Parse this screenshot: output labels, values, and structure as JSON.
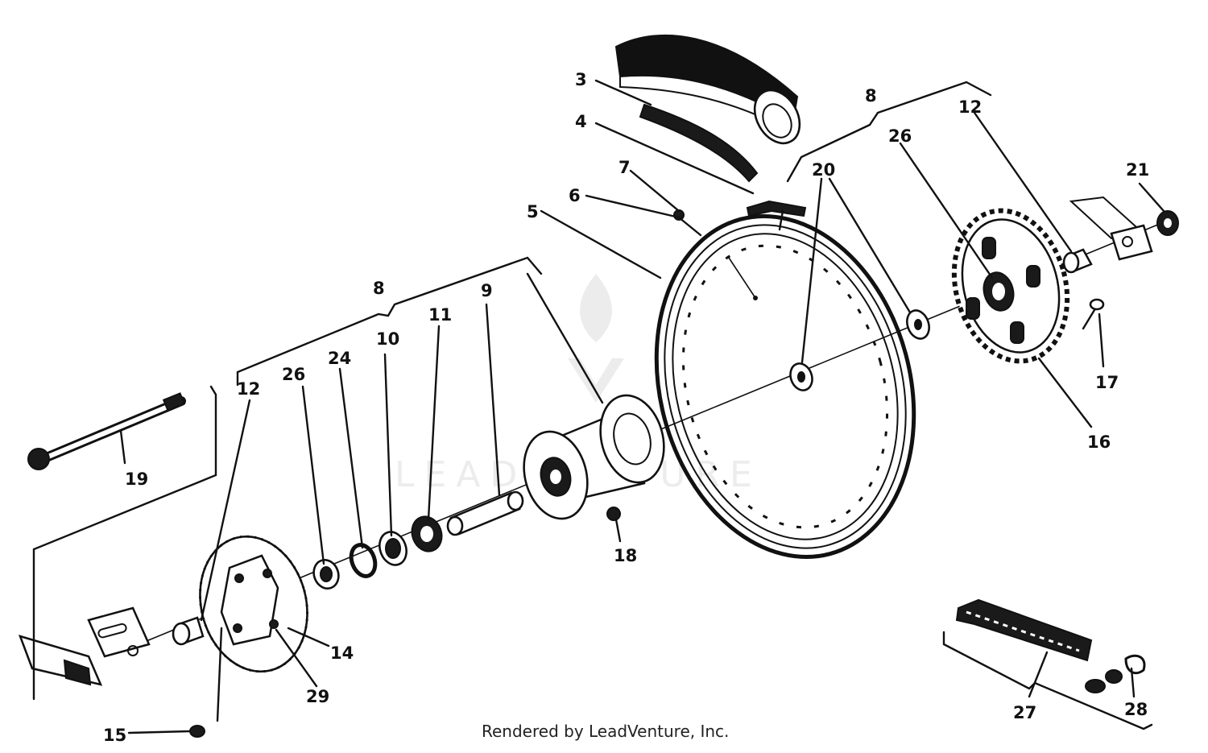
{
  "diagram": {
    "callouts": [
      {
        "id": "c3",
        "text": "3"
      },
      {
        "id": "c4",
        "text": "4"
      },
      {
        "id": "c5",
        "text": "5"
      },
      {
        "id": "c6",
        "text": "6"
      },
      {
        "id": "c7",
        "text": "7"
      },
      {
        "id": "c8a",
        "text": "8"
      },
      {
        "id": "c8b",
        "text": "8"
      },
      {
        "id": "c9",
        "text": "9"
      },
      {
        "id": "c10",
        "text": "10"
      },
      {
        "id": "c11",
        "text": "11"
      },
      {
        "id": "c12a",
        "text": "12"
      },
      {
        "id": "c12b",
        "text": "12"
      },
      {
        "id": "c14",
        "text": "14"
      },
      {
        "id": "c15",
        "text": "15"
      },
      {
        "id": "c16",
        "text": "16"
      },
      {
        "id": "c17",
        "text": "17"
      },
      {
        "id": "c18",
        "text": "18"
      },
      {
        "id": "c19",
        "text": "19"
      },
      {
        "id": "c20",
        "text": "20"
      },
      {
        "id": "c21",
        "text": "21"
      },
      {
        "id": "c24",
        "text": "24"
      },
      {
        "id": "c26a",
        "text": "26"
      },
      {
        "id": "c26b",
        "text": "26"
      },
      {
        "id": "c27",
        "text": "27"
      },
      {
        "id": "c28",
        "text": "28"
      },
      {
        "id": "c29",
        "text": "29"
      }
    ],
    "watermark": "LEADVENTURE",
    "credit": "Rendered by LeadVenture, Inc."
  }
}
